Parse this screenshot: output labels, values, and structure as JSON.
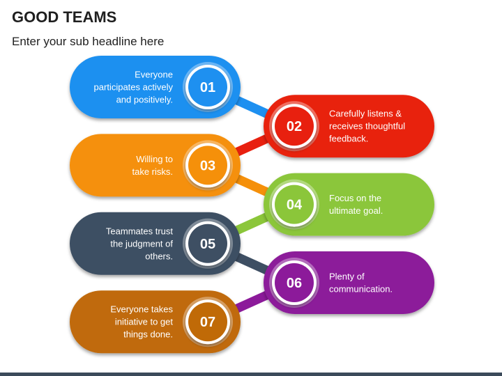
{
  "title": "GOOD TEAMS",
  "subtitle": "Enter your sub headline here",
  "steps": [
    {
      "number": "01",
      "lines": [
        "Everyone",
        "participates actively",
        "and positively."
      ],
      "color": "#1e90f0",
      "side": "left"
    },
    {
      "number": "02",
      "lines": [
        "Carefully listens &",
        "receives thoughtful",
        "feedback."
      ],
      "color": "#e8200f",
      "side": "right"
    },
    {
      "number": "03",
      "lines": [
        "Willing to",
        "take risks."
      ],
      "color": "#f5900a",
      "side": "left"
    },
    {
      "number": "04",
      "lines": [
        "Focus on the",
        "ultimate goal."
      ],
      "color": "#8bc63a",
      "side": "right"
    },
    {
      "number": "05",
      "lines": [
        "Teammates trust",
        "the judgment of",
        "others."
      ],
      "color": "#3e4f63",
      "side": "left"
    },
    {
      "number": "06",
      "lines": [
        "Plenty of",
        "communication."
      ],
      "color": "#8c1a9a",
      "side": "right"
    },
    {
      "number": "07",
      "lines": [
        "Everyone takes",
        "initiative to get",
        "things done."
      ],
      "color": "#c06a07",
      "side": "left"
    }
  ]
}
